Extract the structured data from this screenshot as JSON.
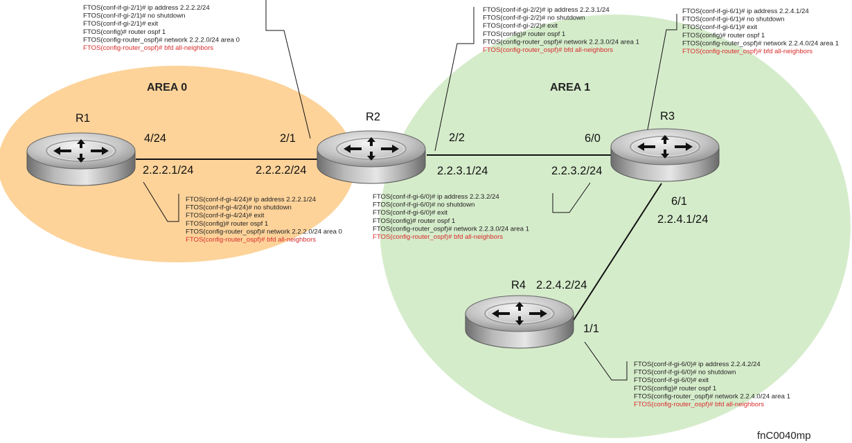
{
  "areas": [
    {
      "id": "area0",
      "label": "AREA 0",
      "color": "#fdd39a"
    },
    {
      "id": "area1",
      "label": "AREA 1",
      "color": "#d5eccb"
    }
  ],
  "routers": [
    {
      "id": "R1",
      "label": "R1"
    },
    {
      "id": "R2",
      "label": "R2"
    },
    {
      "id": "R3",
      "label": "R3"
    },
    {
      "id": "R4",
      "label": "R4"
    }
  ],
  "interfaces": {
    "r1_port": "4/24",
    "r1_ip": "2.2.2.1/24",
    "r2_left_port": "2/1",
    "r2_left_ip": "2.2.2.2/24",
    "r2_right_port": "2/2",
    "r2_right_ip": "2.2.3.1/24",
    "r3_left_port": "6/0",
    "r3_left_ip": "2.2.3.2/24",
    "r3_down_port": "6/1",
    "r3_down_ip": "2.2.4.1/24",
    "r4_ip": "2.2.4.2/24",
    "r4_port": "1/1"
  },
  "configs": {
    "r2_gi21": [
      "FTOS(conf-if-gi-2/1)# ip address 2.2.2.2/24",
      "FTOS(conf-if-gi-2/1)# no shutdown",
      "FTOS(conf-if-gi-2/1)# exit",
      "FTOS(config)# router ospf 1",
      "FTOS(config-router_ospf)# network 2.2.2.0/24 area 0",
      "FTOS(config-router_ospf)# bfd all-neighbors"
    ],
    "r2_gi22": [
      "FTOS(conf-if-gi-2/2)# ip address 2.2.3.1/24",
      "FTOS(conf-if-gi-2/2)# no shutdown",
      "FTOS(conf-if-gi-2/2)# exit",
      "FTOS(config)# router ospf 1",
      "FTOS(config-router_ospf)# network 2.2.3.0/24 area 1",
      "FTOS(config-router_ospf)# bfd all-neighbors"
    ],
    "r3_gi61": [
      "FTOS(conf-if-gi-6/1)# ip address 2.2.4.1/24",
      "FTOS(conf-if-gi-6/1)# no shutdown",
      "FTOS(conf-if-gi-6/1)# exit",
      "FTOS(config)# router ospf 1",
      "FTOS(config-router_ospf)# network 2.2.4.0/24 area 1",
      "FTOS(config-router_ospf)# bfd all-neighbors"
    ],
    "r1_gi424": [
      "FTOS(conf-if-gi-4/24)# ip address 2.2.2.1/24",
      "FTOS(conf-if-gi-4/24)# no shutdown",
      "FTOS(conf-if-gi-4/24)# exit",
      "FTOS(config)# router ospf 1",
      "FTOS(config-router_ospf)# network 2.2.2.0/24 area 0",
      "FTOS(config-router_ospf)# bfd all-neighbors"
    ],
    "r3_gi60": [
      "FTOS(conf-if-gi-6/0)# ip address 2.2.3.2/24",
      "FTOS(conf-if-gi-6/0)# no shutdown",
      "FTOS(conf-if-gi-6/0)# exit",
      "FTOS(config)# router ospf 1",
      "FTOS(config-router_ospf)# network 2.2.3.0/24 area 1",
      "FTOS(config-router_ospf)# bfd all-neighbors"
    ],
    "r4_gi60": [
      "FTOS(conf-if-gi-6/0)# ip address 2.2.4.2/24",
      "FTOS(conf-if-gi-6/0)# no shutdown",
      "FTOS(conf-if-gi-6/0)# exit",
      "FTOS(config)# router ospf 1",
      "FTOS(config-router_ospf)# network 2.2.4.0/24 area 1",
      "FTOS(config-router_ospf)# bfd all-neighbors"
    ]
  },
  "figure_id": "fnC0040mp"
}
